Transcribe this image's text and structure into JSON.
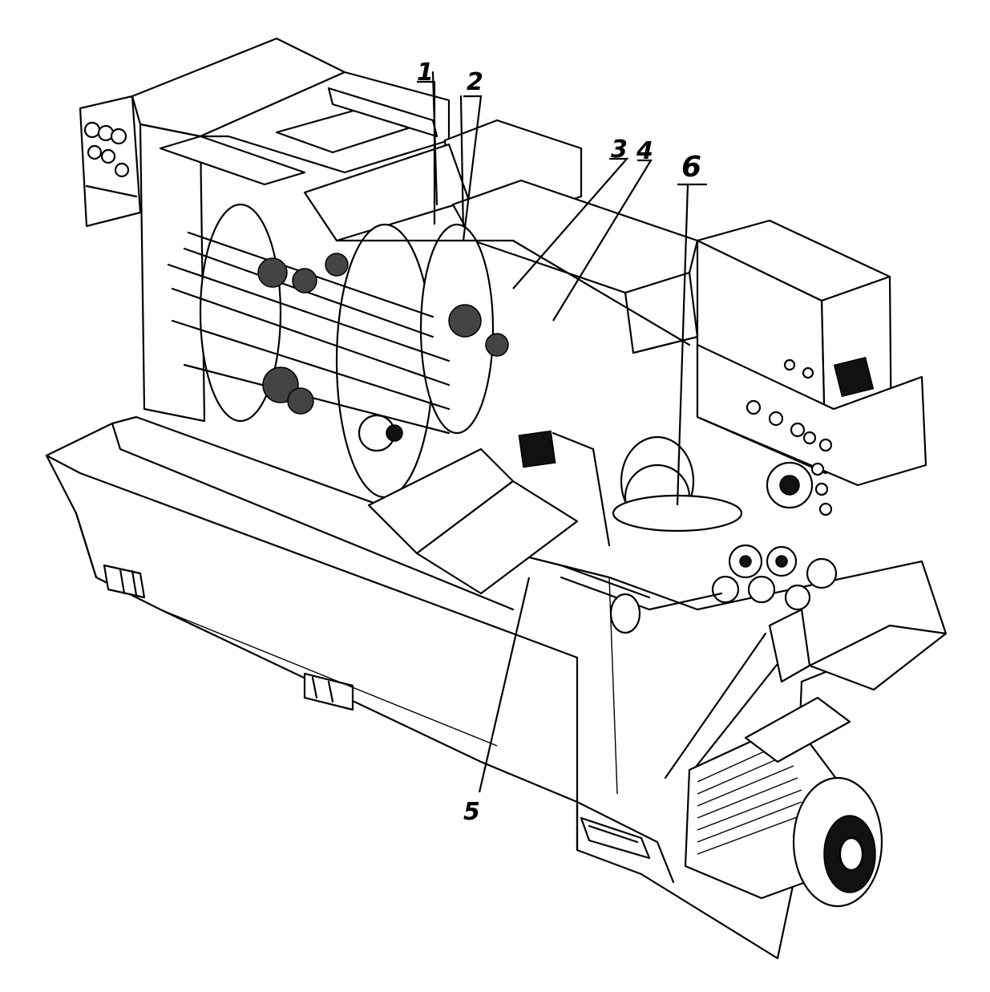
{
  "figure": {
    "callouts": [
      {
        "id": "callout-1",
        "text": "1"
      },
      {
        "id": "callout-2",
        "text": "2"
      },
      {
        "id": "callout-3",
        "text": "3"
      },
      {
        "id": "callout-4",
        "text": "4"
      },
      {
        "id": "callout-5",
        "text": "5"
      },
      {
        "id": "callout-6",
        "text": "6"
      }
    ]
  }
}
